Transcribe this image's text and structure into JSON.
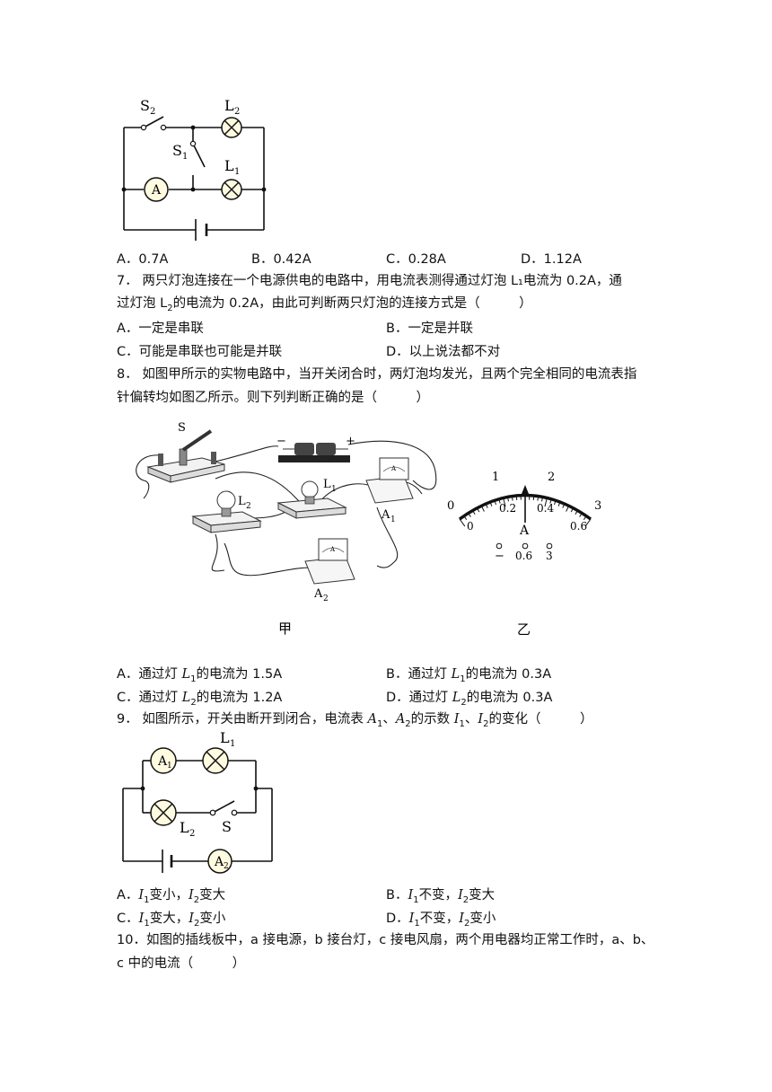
{
  "q6": {
    "figure": {
      "labels": {
        "s2": "S",
        "s2_sub": "2",
        "l2": "L",
        "l2_sub": "2",
        "s1": "S",
        "s1_sub": "1",
        "l1": "L",
        "l1_sub": "1",
        "ammeter": "A"
      }
    },
    "options": [
      "A．0.7A",
      "B．0.42A",
      "C．0.28A",
      "D．1.12A"
    ]
  },
  "q7": {
    "line1": "7． 两只灯泡连接在一个电源供电的电路中，用电流表测得通过灯泡 L₁电流为 0.2A，通",
    "line2_pre": "过灯泡 L",
    "line2_sub": "2",
    "line2_post": "的电流为 0.2A，由此可判断两只灯泡的连接方式是（　　　）",
    "options": [
      "A．一定是串联",
      "B．一定是并联",
      "C．可能是串联也可能是并联",
      "D．以上说法都不对"
    ]
  },
  "q8": {
    "line1": "8． 如图甲所示的实物电路中，当开关闭合时，两灯泡均发光，且两个完全相同的电流表指",
    "line2": "针偏转均如图乙所示。则下列判断正确的是（　　　）",
    "figure_jia": {
      "switch": "S",
      "minus": "−",
      "plus": "+",
      "lamp1": "L",
      "lamp1_sub": "1",
      "lamp2": "L",
      "lamp2_sub": "2",
      "meter1": "A",
      "meter1_sub": "1",
      "meter2": "A",
      "meter2_sub": "2",
      "meter_face": "A",
      "caption": "甲"
    },
    "figure_yi": {
      "outer_scale": [
        "0",
        "1",
        "2",
        "3"
      ],
      "inner_scale": [
        "0",
        "0.2",
        "0.4",
        "0.6"
      ],
      "meter": "A",
      "terminals": [
        "−",
        "0.6",
        "3"
      ],
      "caption": "乙"
    },
    "options": [
      {
        "pre": "A．通过灯 ",
        "var": "L",
        "sub": "1",
        "post": "的电流为 1.5A"
      },
      {
        "pre": "B．通过灯 ",
        "var": "L",
        "sub": "1",
        "post": "的电流为 0.3A"
      },
      {
        "pre": "C．通过灯 ",
        "var": "L",
        "sub": "2",
        "post": "的电流为 1.2A"
      },
      {
        "pre": "D．通过灯 ",
        "var": "L",
        "sub": "2",
        "post": "的电流为 0.3A"
      }
    ]
  },
  "q9": {
    "line1_pre": "9． 如图所示，开关由断开到闭合，电流表 ",
    "a1": "A",
    "a1_sub": "1",
    "sep": "、",
    "a2": "A",
    "a2_sub": "2",
    "mid": "的示数 ",
    "i1": "I",
    "i1_sub": "1",
    "i2": "I",
    "i2_sub": "2",
    "post": "的变化（　　　）",
    "figure": {
      "a1": "A",
      "a1_sub": "1",
      "l1": "L",
      "l1_sub": "1",
      "l2": "L",
      "l2_sub": "2",
      "s": "S",
      "a2": "A",
      "a2_sub": "2"
    },
    "options": [
      {
        "pre": "A．",
        "v1": "I",
        "s1": "1",
        "t1": "变小，",
        "v2": "I",
        "s2": "2",
        "t2": "变大"
      },
      {
        "pre": "B．",
        "v1": "I",
        "s1": "1",
        "t1": "不变，",
        "v2": "I",
        "s2": "2",
        "t2": "变大"
      },
      {
        "pre": "C．",
        "v1": "I",
        "s1": "1",
        "t1": "变大，",
        "v2": "I",
        "s2": "2",
        "t2": "变小"
      },
      {
        "pre": "D．",
        "v1": "I",
        "s1": "1",
        "t1": "不变，",
        "v2": "I",
        "s2": "2",
        "t2": "变小"
      }
    ]
  },
  "q10": {
    "line1": "10．如图的插线板中，a 接电源，b 接台灯，c 接电风扇，两个用电器均正常工作时，a、b、",
    "line2": "c 中的电流（　　　）"
  }
}
